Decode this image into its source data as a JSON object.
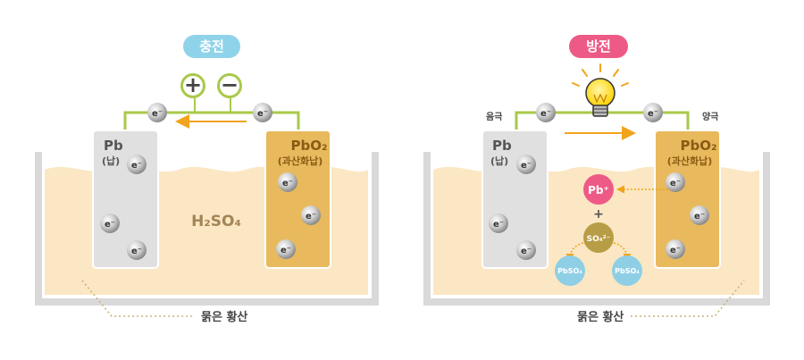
{
  "charge": {
    "title": "충전",
    "plus_symbol": "+",
    "minus_symbol": "−",
    "anode_name": "Pb",
    "anode_sub": "(납)",
    "cathode_name": "PbO₂",
    "cathode_sub": "(과산화납)",
    "electrolyte": "H₂SO₄",
    "caption": "묽은 황산"
  },
  "discharge": {
    "title": "방전",
    "negative_label": "음극",
    "positive_label": "양극",
    "anode_name": "Pb",
    "anode_sub": "(납)",
    "cathode_name": "PbO₂",
    "cathode_sub": "(과산화납)",
    "ion_pb": "Pb⁺",
    "plus_sign": "+",
    "ion_so4": "SO₄²⁻",
    "product_left": "PbSO₄",
    "product_right": "PbSO₄",
    "caption": "묽은 황산"
  },
  "electron_symbol": "e⁻",
  "colors": {
    "charge_title_bg": "#8fd3ea",
    "discharge_title_bg": "#ee5a86",
    "wire": "#a9c94a",
    "arrow": "#f2a31c",
    "liquid": "#fbe7c3",
    "container": "#d9d9d9",
    "anode": "#e0e0e0",
    "cathode": "#e9b95d",
    "pb_ion": "#ee5a86",
    "so4_ion": "#b79d45",
    "pbso4": "#8fcfe6"
  }
}
